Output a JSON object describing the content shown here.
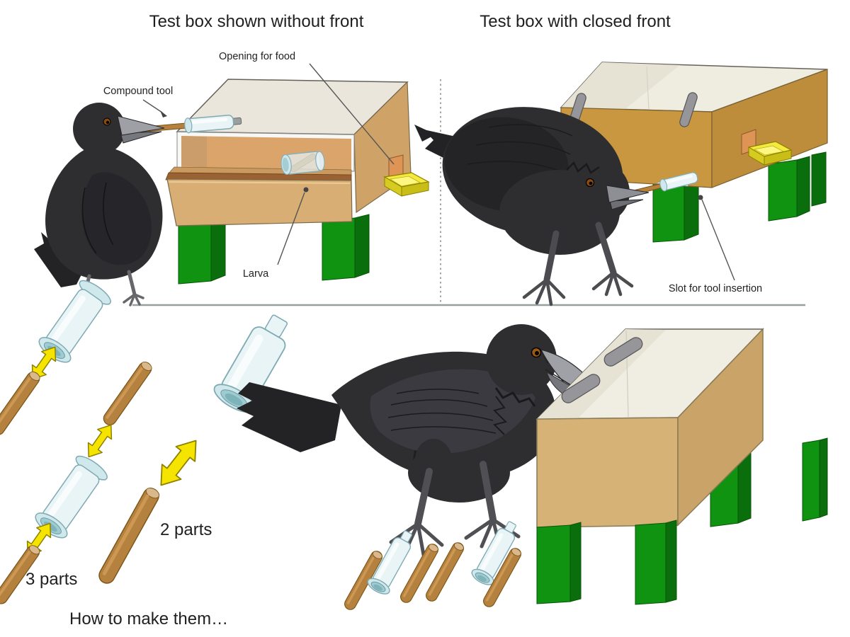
{
  "left": {
    "title": "Test box shown without front",
    "label_opening": "Opening for food",
    "label_tool": "Compound tool",
    "label_larva": "Larva"
  },
  "right": {
    "title": "Test box with closed front",
    "label_slot": "Slot for tool insertion"
  },
  "bottom": {
    "label_three_parts": "3 parts",
    "label_two_parts": "2 parts",
    "label_how": "How to make them…"
  },
  "palette": {
    "box_tan_front": "#D9AE74",
    "box_tan_right": "#CFA367",
    "box_gold_front": "#C8973F",
    "box_gold_right": "#BD8D3C",
    "box_top_translucent": "#D8D2BE",
    "box_interior_ivory": "#EFEDE0",
    "interior_orange": "#DF9D5C",
    "shelf_brown": "#9A6233",
    "leg_green": "#0F9311",
    "leg_green_dark": "#0A6E0C",
    "tray_yellow": "#F4EA3E",
    "tray_yellow_dark": "#D6CB20",
    "opening_orange": "#DE9455",
    "tube_blue_body": "#E9F4F6",
    "tube_blue_flange": "#CFE8EB",
    "tube_opening": "#9ECBD1",
    "stick_brown": "#B5813F",
    "stick_tip_tan": "#D9B98C",
    "arrow_yellow": "#F5E400",
    "crow_black": "#2E2E31",
    "crow_wing": "#3A3A40",
    "beak_grey": "#9FA0A6",
    "handle_grey": "#96969A",
    "divider_grey": "#98A09E"
  }
}
